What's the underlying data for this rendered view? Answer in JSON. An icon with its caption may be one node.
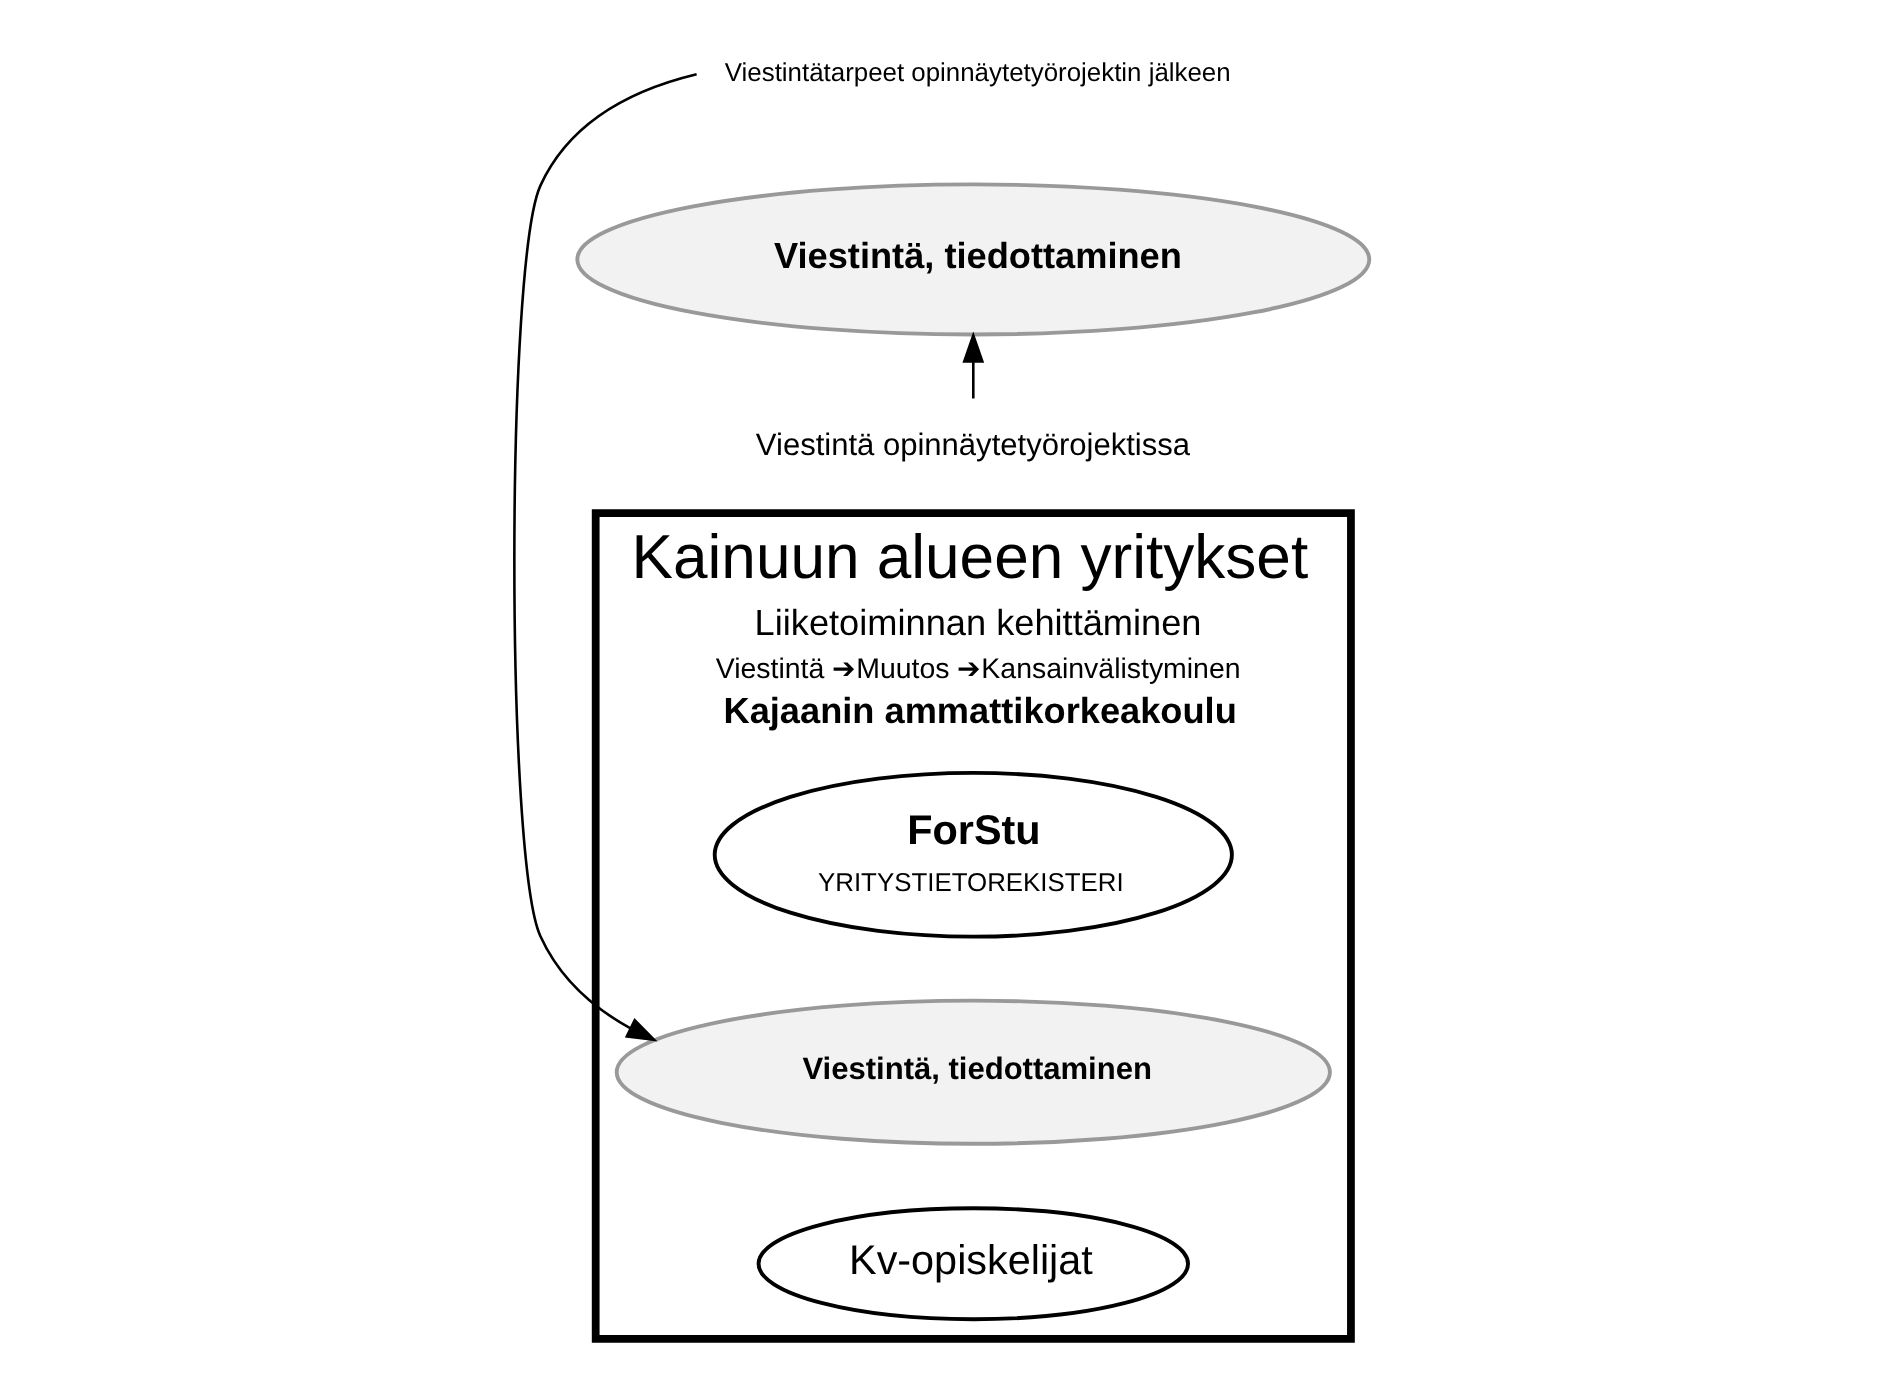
{
  "diagram": {
    "nodes": [
      {
        "text": [
          "Kainuun alueen yritykset",
          "Liiketoiminnan kehittäminen",
          "Viestintä ➔Muutos ➔Kansainvälistyminen",
          "Kajaanin ammattikorkeakoulu"
        ]
      },
      {
        "text": [
          "Viestintä, tiedottaminen"
        ]
      },
      {
        "text": [
          "ForStu",
          "YRITYSTIETOREKISTERI"
        ],
        "in": 0
      },
      {
        "text": [
          "Viestintä, tiedottaminen"
        ],
        "in": 0
      },
      {
        "text": [
          "Kv-opiskelijat"
        ],
        "in": 0
      },
      {
        "text": [
          "Viestintä opinnäytetyörojektissa"
        ]
      },
      {
        "text": [
          "Viestintätarpeet opinnäytetyörojektin jälkeen"
        ]
      }
    ],
    "edges": [
      {
        "from": 5,
        "to": 1,
        "arrow": "to"
      },
      {
        "from": 6,
        "to": 3,
        "arrow": "to"
      }
    ]
  }
}
